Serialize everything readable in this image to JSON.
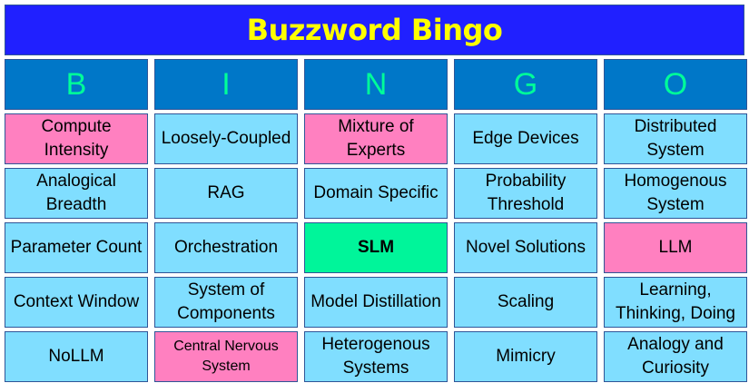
{
  "title": "Buzzword Bingo",
  "colors": {
    "title_bg": "#2020ff",
    "title_text": "#ffff00",
    "header_bg": "#0077c8",
    "header_text": "#00ff99",
    "cell": "#80deff",
    "marked": "#ff80c0",
    "center": "#00f59a"
  },
  "headers": [
    "B",
    "I",
    "N",
    "G",
    "O"
  ],
  "rows": [
    [
      {
        "text": "Compute Intensity",
        "state": "marked"
      },
      {
        "text": "Loosely-Coupled",
        "state": "normal"
      },
      {
        "text": "Mixture of Experts",
        "state": "marked"
      },
      {
        "text": "Edge Devices",
        "state": "normal"
      },
      {
        "text": "Distributed System",
        "state": "normal"
      }
    ],
    [
      {
        "text": "Analogical Breadth",
        "state": "normal"
      },
      {
        "text": "RAG",
        "state": "normal"
      },
      {
        "text": "Domain Specific",
        "state": "normal"
      },
      {
        "text": "Probability Threshold",
        "state": "normal"
      },
      {
        "text": "Homogenous System",
        "state": "normal"
      }
    ],
    [
      {
        "text": "Parameter Count",
        "state": "normal"
      },
      {
        "text": "Orchestration",
        "state": "normal"
      },
      {
        "text": "SLM",
        "state": "center"
      },
      {
        "text": "Novel Solutions",
        "state": "normal"
      },
      {
        "text": "LLM",
        "state": "marked"
      }
    ],
    [
      {
        "text": "Context Window",
        "state": "normal"
      },
      {
        "text": "System of Components",
        "state": "normal"
      },
      {
        "text": "Model Distillation",
        "state": "normal"
      },
      {
        "text": "Scaling",
        "state": "normal"
      },
      {
        "text": "Learning, Thinking, Doing",
        "state": "normal"
      }
    ],
    [
      {
        "text": "NoLLM",
        "state": "normal"
      },
      {
        "text": "Central Nervous System",
        "state": "marked"
      },
      {
        "text": "Heterogenous Systems",
        "state": "normal"
      },
      {
        "text": "Mimicry",
        "state": "normal"
      },
      {
        "text": "Analogy and Curiosity",
        "state": "normal"
      }
    ]
  ]
}
